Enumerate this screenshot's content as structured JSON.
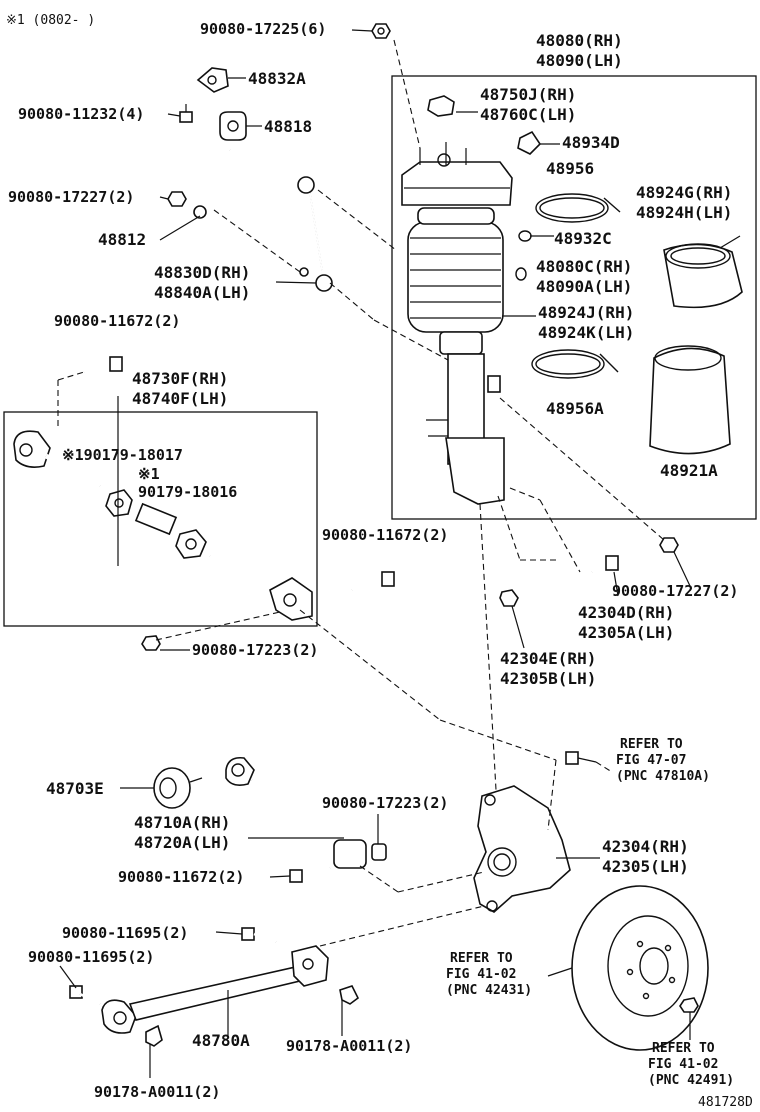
{
  "note_top": "※1 (0802-    )",
  "image_code": "481728D",
  "labels": {
    "p90080_17225": "90080-17225(6)",
    "p48080": "48080(RH)",
    "p48090": "48090(LH)",
    "p48832A": "48832A",
    "p90080_11232": "90080-11232(4)",
    "p48818": "48818",
    "p48750J": "48750J(RH)",
    "p48760C": "48760C(LH)",
    "p48934D": "48934D",
    "p48956": "48956",
    "p90080_17227a": "90080-17227(2)",
    "p48924G": "48924G(RH)",
    "p48924H": "48924H(LH)",
    "p48812": "48812",
    "p48932C": "48932C",
    "p48830D": "48830D(RH)",
    "p48840A": "48840A(LH)",
    "p48080C": "48080C(RH)",
    "p48090A": "48090A(LH)",
    "p48924J": "48924J(RH)",
    "p48924K": "48924K(LH)",
    "p90080_11672a": "90080-11672(2)",
    "p48730F": "48730F(RH)",
    "p48740F": "48740F(LH)",
    "p48956A": "48956A",
    "p90179_18017": "※190179-18017",
    "p_note1": "※1",
    "p90179_18016": "90179-18016",
    "p48921A": "48921A",
    "p90080_11672b": "90080-11672(2)",
    "p90080_17227b": "90080-17227(2)",
    "p42304D": "42304D(RH)",
    "p42305A": "42305A(LH)",
    "p90080_17223a": "90080-17223(2)",
    "p42304E": "42304E(RH)",
    "p42305B": "42305B(LH)",
    "ref1_1": "REFER TO",
    "ref1_2": "FIG 47-07",
    "ref1_3": "(PNC 47810A)",
    "p48703E": "48703E",
    "p90080_17223b": "90080-17223(2)",
    "p48710A": "48710A(RH)",
    "p48720A": "48720A(LH)",
    "p42304": "42304(RH)",
    "p42305": "42305(LH)",
    "p90080_11672c": "90080-11672(2)",
    "p90080_11695a": "90080-11695(2)",
    "ref2_1": "REFER TO",
    "ref2_2": "FIG 41-02",
    "ref2_3": "(PNC 42431)",
    "p90080_11695b": "90080-11695(2)",
    "p48780A": "48780A",
    "p90178_A0011a": "90178-A0011(2)",
    "ref3_1": "REFER TO",
    "ref3_2": "FIG 41-02",
    "ref3_3": "(PNC 42491)",
    "p90178_A0011b": "90178-A0011(2)"
  }
}
